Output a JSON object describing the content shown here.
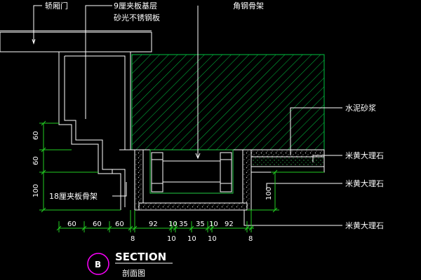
{
  "labels": {
    "door": "轿厢门",
    "plywood_base": "9厘夹板基层",
    "steel_plate": "砂光不锈钢板",
    "angle_frame": "角钢骨架",
    "cement_mortar": "水泥砂浆",
    "marble_1": "米黄大理石",
    "marble_2": "米黄大理石",
    "marble_3": "米黄大理石",
    "plywood_frame": "18厘夹板骨架"
  },
  "dimensions": {
    "vertical_left": [
      "60",
      "60",
      "100"
    ],
    "vertical_right": "100",
    "row1": [
      "60",
      "60",
      "60",
      "92",
      "10",
      "35",
      "35",
      "10",
      "92"
    ],
    "row2": [
      "8",
      "10",
      "10",
      "10",
      "8"
    ]
  },
  "title": {
    "badge": "B",
    "section": "SECTION",
    "subtitle": "剖面图"
  },
  "colors": {
    "background": "#000000",
    "concrete_hatch": "#00cc44",
    "outline": "#ffffff",
    "dimension": "#22cc22",
    "leader": "#ffffff",
    "badge_ring": "#ff00ff"
  }
}
